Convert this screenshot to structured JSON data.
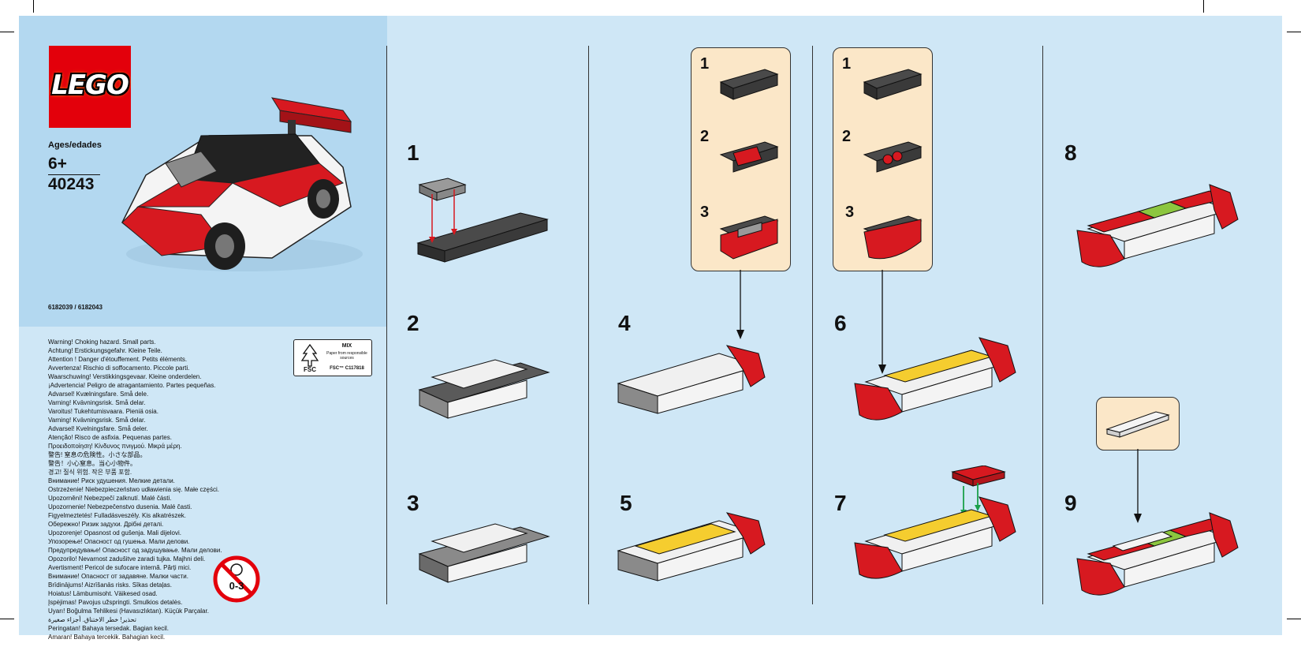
{
  "brand": {
    "logo_text": "LEGO",
    "logo_red": "#e3000b",
    "logo_yellow": "#f7d117"
  },
  "cover": {
    "ages_label": "Ages/edades",
    "age": "6+",
    "set_number": "40243",
    "codes": "6182039 / 6182043"
  },
  "warnings": [
    "Warning! Choking hazard. Small parts.",
    "Achtung! Erstickungsgefahr. Kleine Teile.",
    "Attention ! Danger d'étouffement. Petits éléments.",
    "Avvertenza! Rischio di soffocamento. Piccole parti.",
    "Waarschuwing! Verstikkingsgevaar. Kleine onderdelen.",
    "¡Advertencia! Peligro de atragantamiento. Partes pequeñas.",
    "Advarsel! Kvælningsfare. Små dele.",
    "Varning! Kvävningsrisk. Små delar.",
    "Varoitus! Tukehtumisvaara. Pieniä osia.",
    "Varning! Kvävningsrisk. Små delar.",
    "Advarsel! Kvelningsfare. Små deler.",
    "Atenção! Risco de asfixia. Pequenas partes.",
    "Προειδοποίηση! Κίνδυνος πνιγμού. Μικρά μέρη.",
    "警告! 窒息の危険性。小さな部品。",
    "警告！小心窒息。当心小物件。",
    "경고! 질식 위험. 작은 부품 포함.",
    "Внимание! Риск удушения. Мелкие детали.",
    "Ostrzeżenie! Niebezpieczeństwo udławienia się. Małe części.",
    "Upozornění! Nebezpečí zalknutí. Malé části.",
    "Upozornenie! Nebezpečenstvo dusenia. Malé časti.",
    "Figyelmeztetés! Fulladásveszély. Kis alkatrészek.",
    "Обережно! Ризик задухи. Дрібні деталі.",
    "Upozorenje! Opasnost od gušenja. Mali dijelovi.",
    "Упозорење! Опасност од гушења. Мали делови.",
    "Предупредување! Опасност од задушување. Мали делови.",
    "Opozorilo! Nevarnost zadušitve zaradi tujka. Majhni deli.",
    "Avertisment! Pericol de sufocare internă. Părți mici.",
    "Внимание! Опасност от задавяне. Малки части.",
    "Brīdinājums! Aizrīšanās risks. Sīkas detaļas.",
    "Hoiatus! Lämbumisoht. Väikesed osad.",
    "Įspėjimas! Pavojus užspringti. Smulkios detalės.",
    "Uyarı! Boğulma Tehlikesi (Havasızlıktan). Küçük Parçalar.",
    "تحذير! خطر الاختناق. أجزاء صغيرة",
    "Peringatan! Bahaya tersedak. Bagian kecil.",
    "Amaran! Bahaya tercekik. Bahagian kecil."
  ],
  "fsc": {
    "mix": "MIX",
    "sub": "Paper from responsible sources",
    "code": "FSC™ C117818",
    "logo": "FSC"
  },
  "age_warning": "0-3",
  "steps": {
    "s1": "1",
    "s2": "2",
    "s3": "3",
    "s4": "4",
    "s5": "5",
    "s6": "6",
    "s7": "7",
    "s8": "8",
    "s9": "9"
  },
  "callout_a": {
    "n1": "1",
    "n2": "2",
    "n3": "3"
  },
  "callout_b": {
    "n1": "1",
    "n2": "2",
    "n3": "3"
  },
  "colors": {
    "background": "#cfe7f6",
    "cover": "#b3d8f0",
    "callout": "#fbe7c8",
    "brick_red": "#d71920",
    "brick_yellow": "#f5cd2f",
    "brick_green": "#8cc63f",
    "brick_white": "#f4f4f4",
    "brick_gray": "#9a9a9a",
    "brick_dark": "#3a3a3a"
  }
}
